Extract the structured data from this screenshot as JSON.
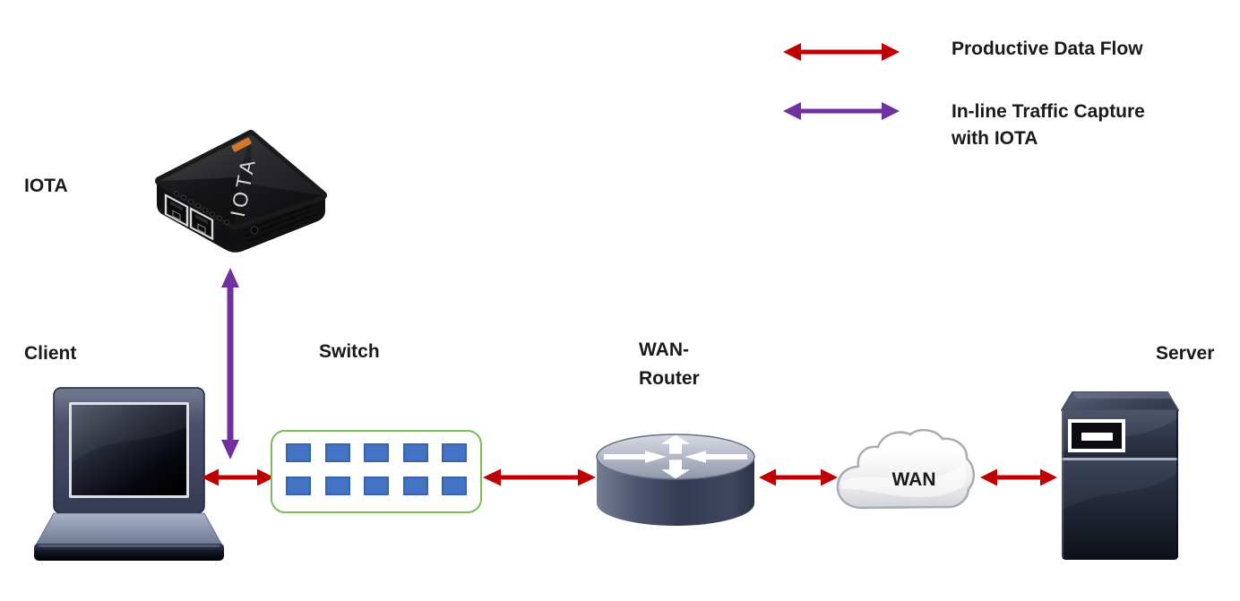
{
  "colors": {
    "flow-red": "#C00000",
    "capture-purple": "#7030A0",
    "switch-green": "#7DBB5A",
    "port-blue": "#4472C4",
    "port-blue-border": "#3A63A8",
    "text": "#1A1A1A"
  },
  "legend": {
    "productive": {
      "label": "Productive Data Flow"
    },
    "capture": {
      "label": "In-line Traffic Capture with IOTA"
    }
  },
  "nodes": {
    "iota": {
      "label": "IOTA",
      "device_text": "IOTA"
    },
    "client": {
      "label": "Client"
    },
    "switch": {
      "label": "Switch",
      "port_rows": 2,
      "port_cols": 5
    },
    "router": {
      "label": "WAN-Router"
    },
    "wan": {
      "label": "WAN"
    },
    "server": {
      "label": "Server"
    }
  }
}
